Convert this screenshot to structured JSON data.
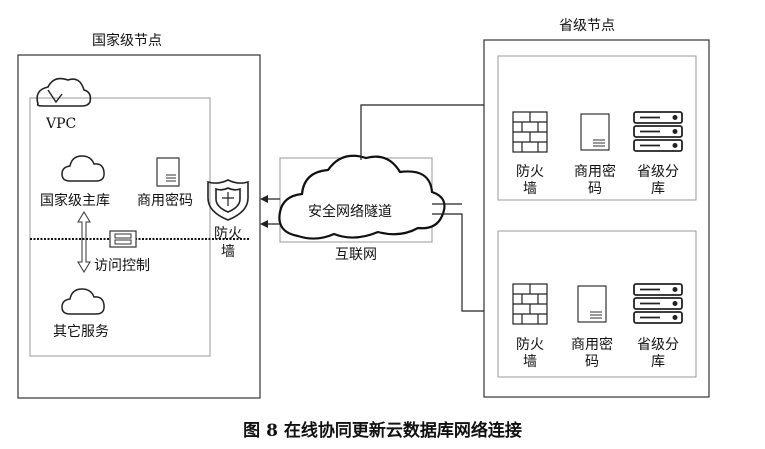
{
  "national_node": {
    "title": "国家级节点",
    "vpc_label": "VPC",
    "main_db_label": "国家级主库",
    "crypto_label": "商用密码",
    "access_control_label": "访问控制",
    "other_services_label": "其它服务",
    "firewall_label_line1": "防火",
    "firewall_label_line2": "墙"
  },
  "internet": {
    "tunnel_label": "安全网络隧道",
    "label": "互联网"
  },
  "provincial_node": {
    "title": "省级节点",
    "groups": [
      {
        "firewall_line1": "防火",
        "firewall_line2": "墙",
        "crypto_line1": "商用密",
        "crypto_line2": "码",
        "db_line1": "省级分",
        "db_line2": "库"
      },
      {
        "firewall_line1": "防火",
        "firewall_line2": "墙",
        "crypto_line1": "商用密",
        "crypto_line2": "码",
        "db_line1": "省级分",
        "db_line2": "库"
      }
    ]
  },
  "caption": "图  8  在线协同更新云数据库网络连接"
}
